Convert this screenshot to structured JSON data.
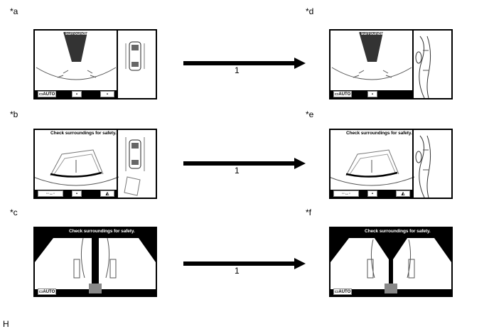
{
  "panels": {
    "a": {
      "label": "*a"
    },
    "b": {
      "label": "*b"
    },
    "c": {
      "label": "*c"
    },
    "d": {
      "label": "*d"
    },
    "e": {
      "label": "*e"
    },
    "f": {
      "label": "*f"
    }
  },
  "screen": {
    "message": "Check surroundings for safety.",
    "auto_label": "AUTO"
  },
  "steps": [
    {
      "label": "1"
    },
    {
      "label": "1"
    },
    {
      "label": "1"
    }
  ],
  "footer": {
    "code": "H"
  }
}
